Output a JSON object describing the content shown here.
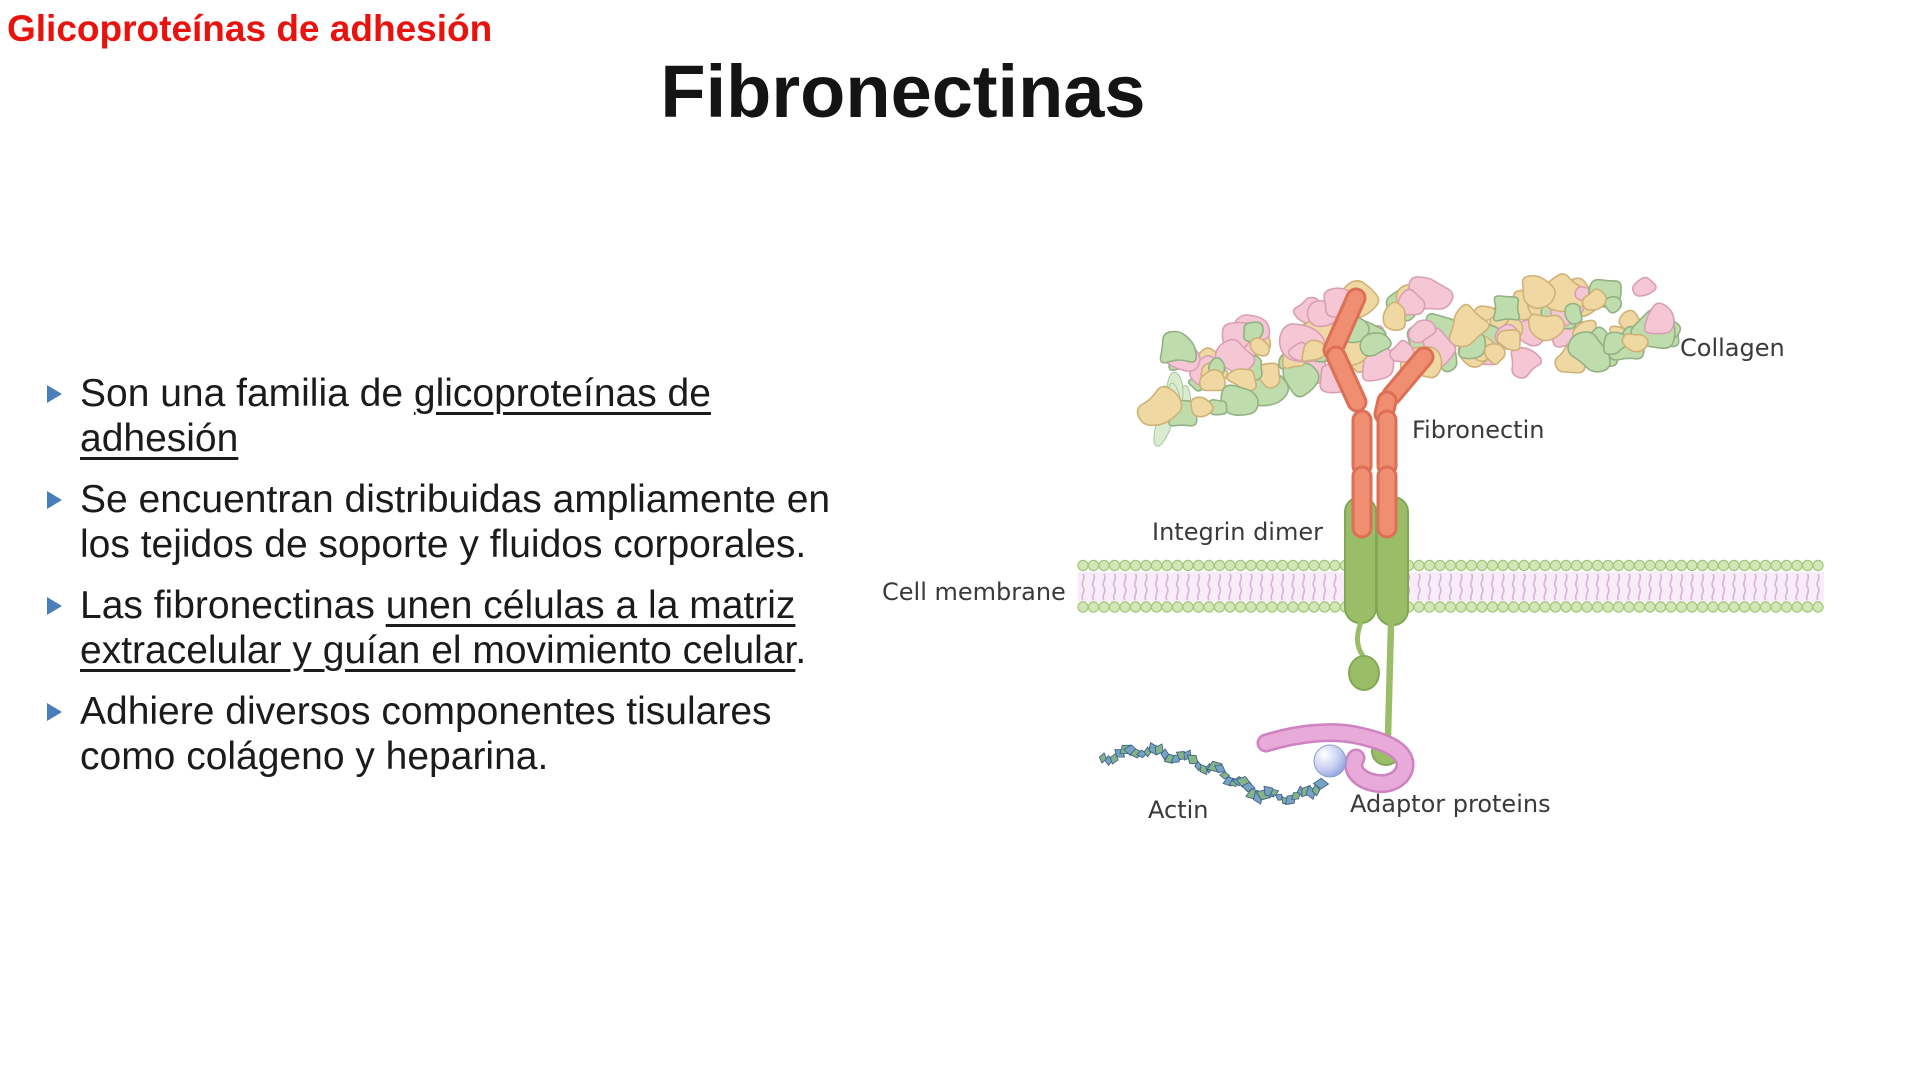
{
  "slide": {
    "header": {
      "text": "Glicoproteínas de adhesión",
      "color": "#e9120d"
    },
    "title": "Fibronectinas",
    "bullets": {
      "marker_color": "#4a7ebb",
      "items": [
        {
          "lines": [
            [
              {
                "t": "Son una familia de ",
                "u": false
              },
              {
                "t": "glicoproteínas de",
                "u": true
              }
            ],
            [
              {
                "t": "adhesión",
                "u": true
              }
            ]
          ]
        },
        {
          "lines": [
            [
              {
                "t": "Se encuentran distribuidas ampliamente en",
                "u": false
              }
            ],
            [
              {
                "t": "los tejidos de soporte y fluidos corporales.",
                "u": false
              }
            ]
          ]
        },
        {
          "lines": [
            [
              {
                "t": "Las fibronectinas ",
                "u": false
              },
              {
                "t": "unen células a la matriz",
                "u": true
              }
            ],
            [
              {
                "t": "extracelular y guían el movimiento celular",
                "u": true
              },
              {
                "t": ".",
                "u": false
              }
            ]
          ]
        },
        {
          "lines": [
            [
              {
                "t": "Adhiere diversos componentes tisulares",
                "u": false
              }
            ],
            [
              {
                "t": "como colágeno y heparina.",
                "u": false
              }
            ]
          ]
        }
      ]
    },
    "diagram": {
      "labels": {
        "collagen": "Collagen",
        "fibronectin": "Fibronectin",
        "integrin_dimer": "Integrin dimer",
        "cell_membrane": "Cell membrane",
        "actin": "Actin",
        "adaptor_proteins": "Adaptor proteins"
      },
      "colors": {
        "collagen_pink": "#f5c6d4",
        "collagen_pink_edge": "#d9a0b4",
        "collagen_green": "#bedcac",
        "collagen_green_edge": "#93b183",
        "collagen_tan": "#f0d8a2",
        "collagen_tan_edge": "#cfb278",
        "fibronectin": "#f08e72",
        "fibronectin_edge": "#dc6f55",
        "integrin": "#9abe67",
        "integrin_edge": "#82a855",
        "membrane_bead": "#d3e6b5",
        "membrane_bead_edge": "#a2c77c",
        "membrane_tail": "#d8b4da",
        "membrane_band": "#f7ecf7",
        "adaptor_pink": "#e8abd9",
        "adaptor_pink_edge": "#cf82c2",
        "adaptor_sphere": "#b9c4ec",
        "actin_blue": "#76a3c4",
        "actin_green": "#84b585",
        "actin_edge": "#40618c",
        "label_color": "#3a3a3a"
      }
    }
  }
}
